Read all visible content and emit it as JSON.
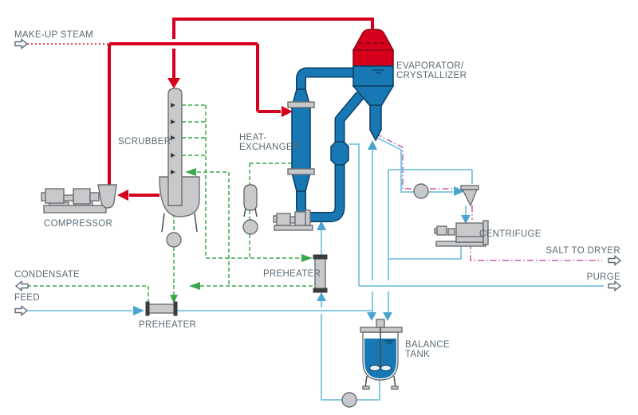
{
  "labels": {
    "makeup_steam": "MAKE-UP STEAM",
    "scrubber": "SCRUBBER",
    "compressor": "COMPRESSOR",
    "heat_exchanger_line1": "HEAT-",
    "heat_exchanger_line2": "EXCHANGER",
    "evaporator_line1": "EVAPORATOR/",
    "evaporator_line2": "CRYSTALLIZER",
    "preheater_vertical": "PREHEATER",
    "preheater_horizontal": "PREHEATER",
    "centrifuge": "CENTRIFUGE",
    "salt_to_dryer": "SALT TO DRYER",
    "purge": "PURGE",
    "condensate": "CONDENSATE",
    "feed": "FEED",
    "balance_tank_line1": "BALANCE",
    "balance_tank_line2": "TANK"
  },
  "colors": {
    "steam_red": "#d6001c",
    "vessel_red_dk": "#8c0012",
    "equip_blue": "#1878b3",
    "equip_blue_dk": "#0b3e63",
    "line_blue": "#79c2e0",
    "arrow_blue": "#4aa6cf",
    "cond_green": "#3ba94b",
    "salt_magenta": "#bf5fa7",
    "equip_gray": "#c8c9cb",
    "equip_stroke": "#6d6e70",
    "flange_dark": "#3a3b3c",
    "label_gray": "#5b6a76"
  }
}
